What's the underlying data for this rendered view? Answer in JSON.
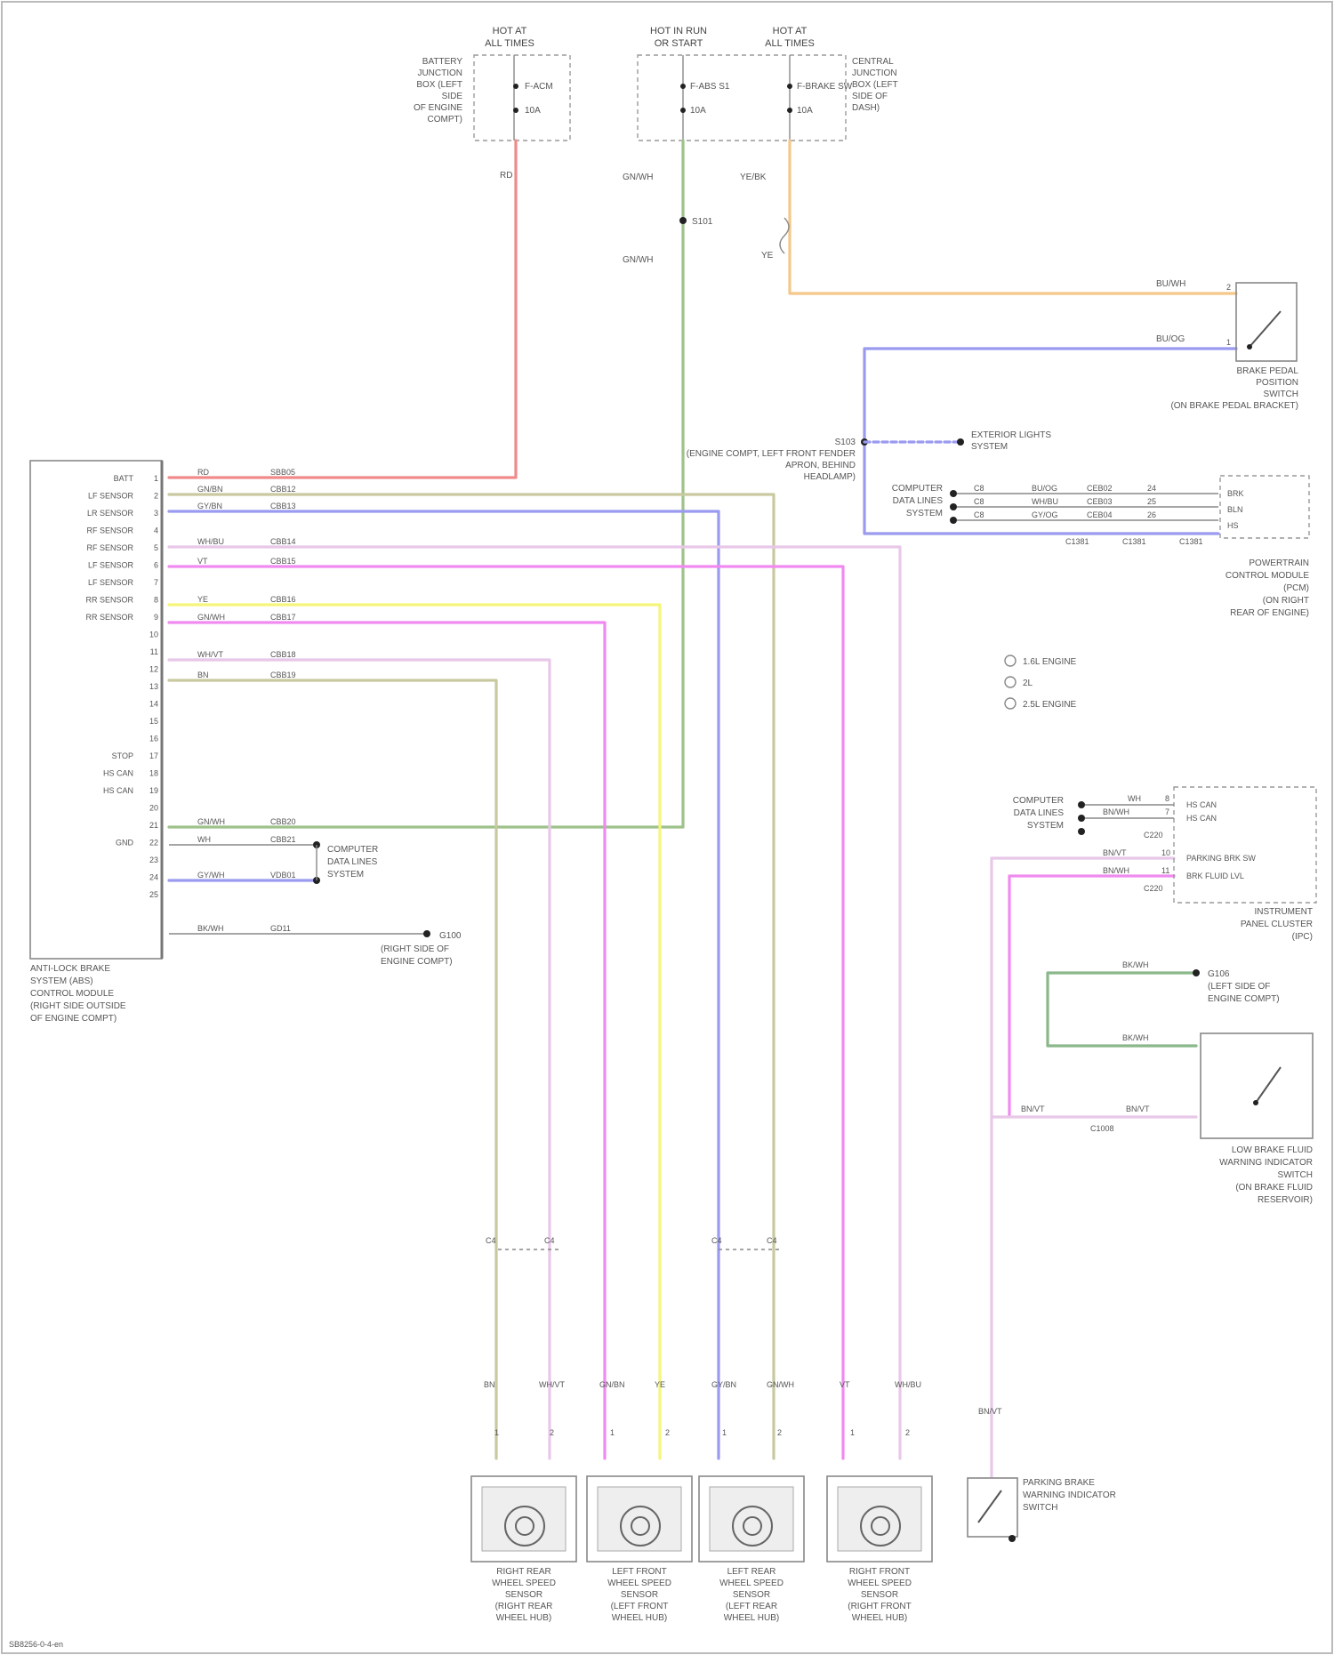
{
  "fuse_boxes": {
    "left": {
      "title_lines": [
        "HOT AT",
        "ALL TIMES"
      ],
      "location_lines": [
        "BATTERY",
        "JUNCTION",
        "BOX (LEFT",
        "SIDE",
        "OF ENGINE",
        "COMPT)"
      ],
      "pins": [
        "F-ACM",
        "10A"
      ]
    },
    "right": {
      "title_lines": [
        "HOT IN RUN",
        "OR START",
        "HOT AT",
        "ALL TIMES"
      ],
      "location_lines": [
        "CENTRAL",
        "JUNCTION",
        "BOX (LEFT",
        "SIDE OF",
        "DASH)"
      ],
      "pins_left": [
        "F-ABS S1",
        "10A"
      ],
      "pins_right": [
        "F-BRAKE SW",
        "10A"
      ]
    }
  },
  "wires": {
    "red_vertical": "RD",
    "green_top": "GN/WH",
    "green_bottom": "GN/WH",
    "splice": "S101",
    "orange_top": "YE/BK",
    "orange_mid": "YE/BK",
    "orange_bottom": "YE",
    "orange_right": "BU/WH",
    "blue_right": "BU/OG"
  },
  "brake_switch": {
    "label_lines": [
      "BRAKE PEDAL",
      "POSITION",
      "SWITCH",
      "(ON BRAKE PEDAL BRACKET)"
    ],
    "pin_labels": [
      "2",
      "1"
    ]
  },
  "splice_s103": {
    "label_lines": [
      "S103",
      "(ENGINE COMPT, LEFT FRONT FENDER",
      "APRON, BEHIND",
      "HEADLAMP)"
    ],
    "to_label_lines": [
      "EXTERIOR LIGHTS",
      "SYSTEM"
    ]
  },
  "pcm": {
    "left_ref_lines": [
      "COMPUTER",
      "DATA LINES",
      "SYSTEM"
    ],
    "rows": [
      {
        "pin_a": "C8",
        "color": "BU/OG",
        "circuit": "CEB02",
        "pin_b": "24"
      },
      {
        "pin_a": "C8",
        "color": "WH/BU",
        "circuit": "CEB03",
        "pin_b": "25"
      },
      {
        "pin_a": "C8",
        "color": "GY/OG",
        "circuit": "CEB04",
        "pin_b": "26"
      }
    ],
    "connectors": [
      "C1381",
      "C1381",
      "C1381"
    ],
    "pins_right": [
      "BRK",
      "BLN",
      "HS"
    ],
    "label_lines": [
      "POWERTRAIN",
      "CONTROL MODULE",
      "(PCM)",
      "(ON RIGHT",
      "REAR OF ENGINE)"
    ]
  },
  "legend": {
    "items": [
      "1.6L ENGINE",
      "2L",
      "2.5L ENGINE"
    ]
  },
  "abs_module": {
    "pins": [
      "BATT",
      "LF SENSOR",
      "LR SENSOR",
      "RF SENSOR",
      "RF SENSOR",
      "LF SENSOR",
      "LF SENSOR",
      "RR SENSOR",
      "RR SENSOR",
      "",
      "",
      "",
      "",
      "",
      "",
      "",
      "STOP",
      "HS CAN",
      "HS CAN",
      "",
      "",
      "GND"
    ],
    "pin_numbers": [
      "1",
      "2",
      "3",
      "4",
      "5",
      "6",
      "7",
      "8",
      "9",
      "10",
      "11",
      "12",
      "13",
      "14",
      "15",
      "16",
      "17",
      "18",
      "19",
      "20",
      "21",
      "22",
      "23",
      "24",
      "25"
    ],
    "wire_colors": [
      "RD",
      "GN/BN",
      "GY/BN",
      "WH/BU",
      "VT",
      "YE",
      "GN/WH",
      "WH/VT",
      "BN",
      "GN/WH",
      "WH",
      "GY/WH",
      "BK/WH"
    ],
    "circuits": [
      "SBB05",
      "CBB12",
      "CBB13",
      "CBB14",
      "CBB15",
      "CBB16",
      "CBB17",
      "CBB18",
      "CBB19",
      "CBB20",
      "CBB21",
      "VDB01",
      "GD11"
    ],
    "label_lines": [
      "ANTI-LOCK BRAKE",
      "SYSTEM (ABS)",
      "CONTROL MODULE",
      "(RIGHT SIDE OUTSIDE",
      "OF ENGINE COMPT)"
    ],
    "can_ref_lines": [
      "COMPUTER",
      "DATA LINES",
      "SYSTEM"
    ],
    "ground_label_lines": [
      "G100",
      "(RIGHT SIDE OF",
      "ENGINE COMPT)"
    ]
  },
  "ipc": {
    "ref_lines": [
      "COMPUTER",
      "DATA LINES",
      "SYSTEM"
    ],
    "rows": [
      {
        "color": "WH",
        "pin": "8",
        "name": "HS CAN"
      },
      {
        "color": "BN/WH",
        "pin": "7",
        "name": "HS CAN"
      },
      {
        "color": "BN/VT",
        "pin": "10",
        "name": "PARKING BRK SW"
      },
      {
        "color": "BN/WH",
        "pin": "11",
        "name": "BRK FLUID LVL"
      }
    ],
    "connectors": [
      "C220",
      "C220"
    ],
    "label_lines": [
      "INSTRUMENT",
      "PANEL CLUSTER",
      "(IPC)"
    ]
  },
  "fluid_switch": {
    "ground_lines": [
      "G106",
      "(LEFT SIDE OF",
      "ENGINE COMPT)"
    ],
    "wire_top": "BK/WH",
    "wire_bottom": "BK/WH",
    "wire_left_a": "BN/VT",
    "wire_left_b": "BN/VT",
    "splice": "C1008",
    "label_lines": [
      "LOW BRAKE FLUID",
      "WARNING INDICATOR",
      "SWITCH",
      "(ON BRAKE FLUID",
      "RESERVOIR)"
    ]
  },
  "parking_switch": {
    "wire": "BN/VT",
    "label_lines": [
      "PARKING BRAKE",
      "WARNING INDICATOR",
      "SWITCH"
    ]
  },
  "sensors": [
    {
      "label_lines": [
        "RIGHT REAR",
        "WHEEL SPEED",
        "SENSOR",
        "(RIGHT REAR",
        "WHEEL HUB)"
      ],
      "pins": [
        "1",
        "2"
      ],
      "wire_a": "BN",
      "wire_b": "WH/VT"
    },
    {
      "label_lines": [
        "LEFT FRONT",
        "WHEEL SPEED",
        "SENSOR",
        "(LEFT FRONT",
        "WHEEL HUB)"
      ],
      "pins": [
        "1",
        "2"
      ],
      "wire_a": "GN/BN",
      "wire_b": "YE"
    },
    {
      "label_lines": [
        "LEFT REAR",
        "WHEEL SPEED",
        "SENSOR",
        "(LEFT REAR",
        "WHEEL HUB)"
      ],
      "pins": [
        "1",
        "2"
      ],
      "wire_a": "GY/BN",
      "wire_b": "GN/WH"
    },
    {
      "label_lines": [
        "RIGHT FRONT",
        "WHEEL SPEED",
        "SENSOR",
        "(RIGHT FRONT",
        "WHEEL HUB)"
      ],
      "pins": [
        "1",
        "2"
      ],
      "wire_a": "VT",
      "wire_b": "WH/BU"
    }
  ],
  "inline_connectors": [
    "C4",
    "C4",
    "C4",
    "C4"
  ],
  "footer": "SB8256-0-4-en",
  "colors": {
    "red": "#f08a8a",
    "green": "#9ec28a",
    "olive": "#c9c9a0",
    "blue": "#9a9af0",
    "magenta": "#f08af0",
    "violet_light": "#e8c8e8",
    "yellow": "#f5f57a",
    "tan": "#d8c0a8",
    "orange": "#f5c88a",
    "dark_green": "#8ab88a"
  }
}
